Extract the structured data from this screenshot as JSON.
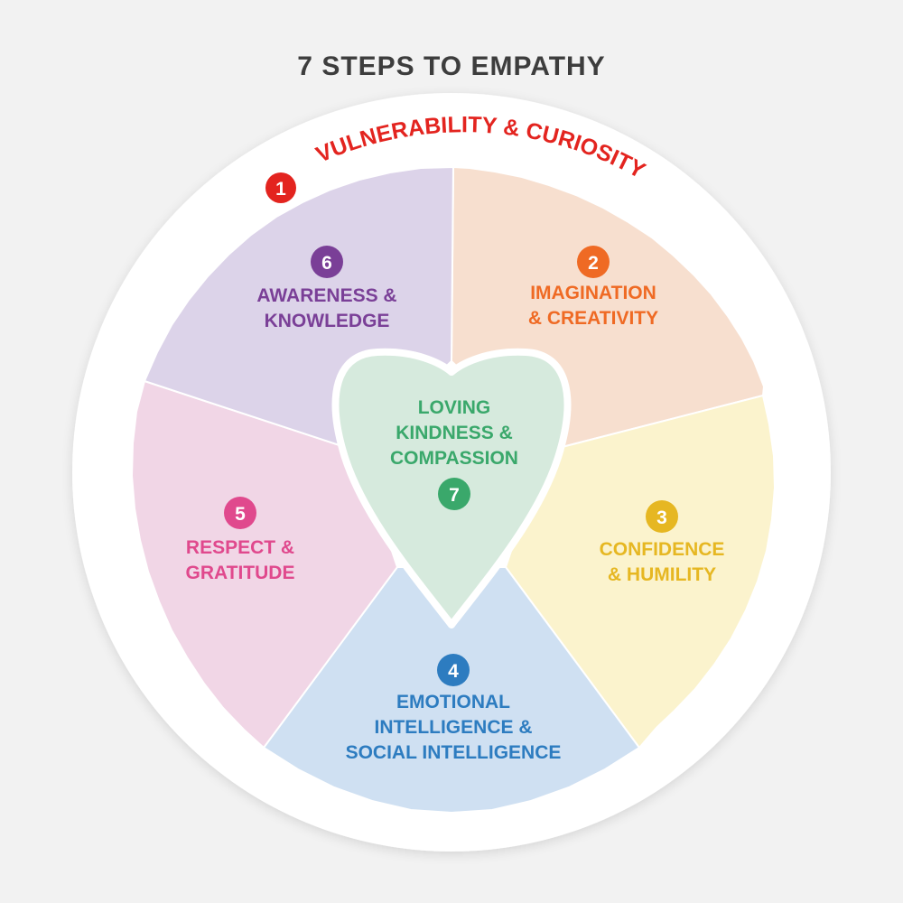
{
  "title": "7 STEPS TO EMPATHY",
  "colors": {
    "background": "#f2f2f2",
    "title": "#3d3d3d",
    "ring": "#ffffff"
  },
  "steps": [
    {
      "number": "1",
      "lines": [
        "VULNERABILITY & CURIOSITY"
      ],
      "text_color": "#e3241f",
      "badge_color": "#e3241f"
    },
    {
      "number": "2",
      "lines": [
        "IMAGINATION",
        "& CREATIVITY"
      ],
      "text_color": "#ef6a24",
      "badge_color": "#ef6a24",
      "fill": "#f7dfcf"
    },
    {
      "number": "3",
      "lines": [
        "CONFIDENCE",
        "& HUMILITY"
      ],
      "text_color": "#e6b722",
      "badge_color": "#e6b722",
      "fill": "#fbf3cd"
    },
    {
      "number": "4",
      "lines": [
        "EMOTIONAL",
        "INTELLIGENCE &",
        "SOCIAL INTELLIGENCE"
      ],
      "text_color": "#2d7cc0",
      "badge_color": "#2d7cc0",
      "fill": "#cfe0f2"
    },
    {
      "number": "5",
      "lines": [
        "RESPECT &",
        "GRATITUDE"
      ],
      "text_color": "#e0498d",
      "badge_color": "#e0498d",
      "fill": "#f1d6e6"
    },
    {
      "number": "6",
      "lines": [
        "AWARENESS &",
        "KNOWLEDGE"
      ],
      "text_color": "#7a3f97",
      "badge_color": "#7a3f97",
      "fill": "#dcd3e9"
    },
    {
      "number": "7",
      "lines": [
        "LOVING",
        "KINDNESS &",
        "COMPASSION"
      ],
      "text_color": "#3aa86b",
      "badge_color": "#3aa86b",
      "fill": "#d6eadd"
    }
  ]
}
